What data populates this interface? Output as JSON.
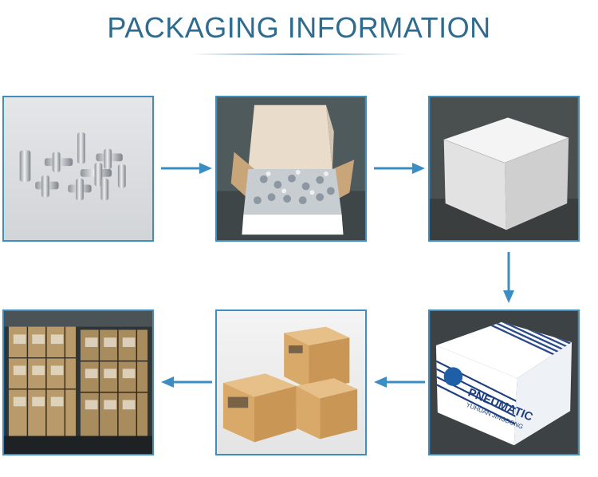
{
  "header": {
    "title": "PACKAGING INFORMATION"
  },
  "steps": [
    {
      "id": "fittings",
      "icon": "pneumatic-fittings-photo"
    },
    {
      "id": "open-box",
      "icon": "open-carton-with-fittings-photo"
    },
    {
      "id": "white-box",
      "icon": "closed-white-box-photo"
    },
    {
      "id": "branded-box",
      "icon": "pneumatic-branded-box-photo",
      "label_line1": "PNEUMATIC",
      "label_line2": "YUHUAN JINGDONG"
    },
    {
      "id": "cartons",
      "icon": "shipping-cartons-photo"
    },
    {
      "id": "pallet",
      "icon": "palletized-cartons-photo"
    }
  ],
  "colors": {
    "accent": "#3c8fc0",
    "title": "#2f6b8e",
    "arrow": "#3a8ec4"
  }
}
